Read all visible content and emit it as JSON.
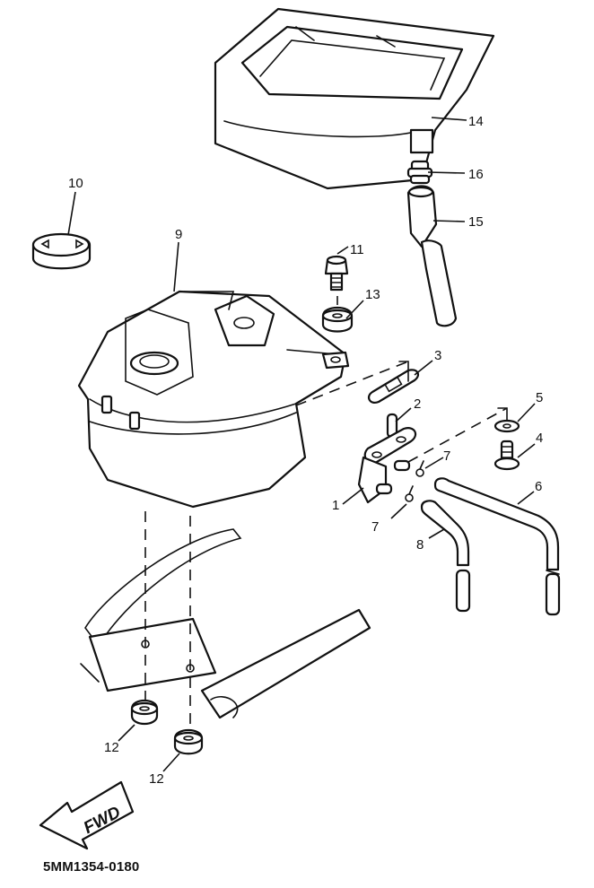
{
  "diagram": {
    "title": "Fuel tank assembly exploded view",
    "part_code": "5MM1354-0180",
    "direction_label": "FWD",
    "callouts": [
      {
        "id": "c1",
        "label": "1",
        "part": "fuel-cock"
      },
      {
        "id": "c2",
        "label": "2",
        "part": "fuel-cock-outlet"
      },
      {
        "id": "c3",
        "label": "3",
        "part": "gasket"
      },
      {
        "id": "c4",
        "label": "4",
        "part": "screw"
      },
      {
        "id": "c5",
        "label": "5",
        "part": "washer"
      },
      {
        "id": "c6",
        "label": "6",
        "part": "fuel-hose"
      },
      {
        "id": "c7a",
        "label": "7",
        "part": "hose-clip"
      },
      {
        "id": "c7b",
        "label": "7",
        "part": "hose-clip"
      },
      {
        "id": "c8",
        "label": "8",
        "part": "vacuum-hose"
      },
      {
        "id": "c9",
        "label": "9",
        "part": "fuel-tank"
      },
      {
        "id": "c10",
        "label": "10",
        "part": "tank-cap"
      },
      {
        "id": "c11",
        "label": "11",
        "part": "bolt"
      },
      {
        "id": "c12a",
        "label": "12",
        "part": "damper"
      },
      {
        "id": "c12b",
        "label": "12",
        "part": "damper"
      },
      {
        "id": "c13",
        "label": "13",
        "part": "damper"
      },
      {
        "id": "c14",
        "label": "14",
        "part": "tank-tray"
      },
      {
        "id": "c15",
        "label": "15",
        "part": "drain-hose"
      },
      {
        "id": "c16",
        "label": "16",
        "part": "grommet"
      }
    ]
  }
}
